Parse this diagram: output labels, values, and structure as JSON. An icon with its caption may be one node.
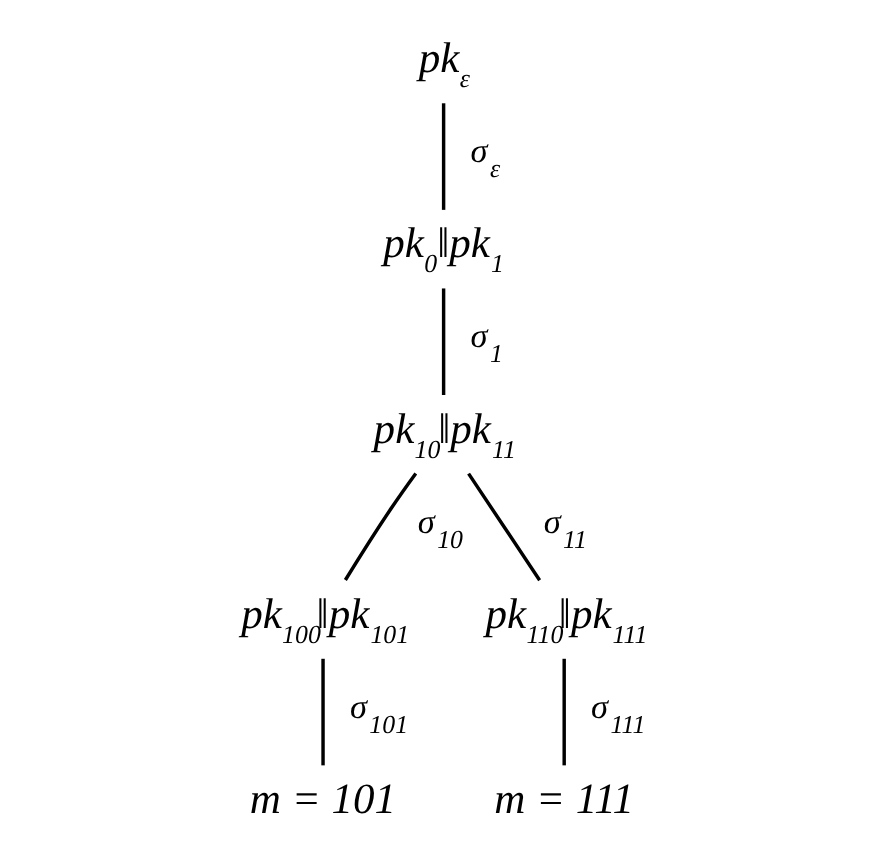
{
  "diagram": {
    "nodes": [
      {
        "text": [
          "pk$_{ε}$"
        ]
      },
      {
        "text": [
          "pk$_{0}$‖pk$_{1}$"
        ]
      },
      {
        "text": [
          "pk$_{10}$‖pk$_{11}$"
        ]
      },
      {
        "text": [
          "pk$_{100}$‖pk$_{101}$"
        ]
      },
      {
        "text": [
          "pk$_{110}$‖pk$_{111}$"
        ]
      },
      {
        "text": [
          "m = 101"
        ]
      },
      {
        "text": [
          "m = 111"
        ]
      }
    ],
    "edges": [
      {
        "from": 0,
        "to": 1,
        "arrow": "none",
        "label": "σ$_{ε}$"
      },
      {
        "from": 1,
        "to": 2,
        "arrow": "none",
        "label": "σ$_{1}$"
      },
      {
        "from": 2,
        "to": 3,
        "arrow": "none",
        "label": "σ$_{10}$"
      },
      {
        "from": 2,
        "to": 4,
        "arrow": "none",
        "label": "σ$_{11}$"
      },
      {
        "from": 3,
        "to": 5,
        "arrow": "none",
        "label": "σ$_{101}$"
      },
      {
        "from": 4,
        "to": 6,
        "arrow": "none",
        "label": "σ$_{111}$"
      }
    ]
  }
}
